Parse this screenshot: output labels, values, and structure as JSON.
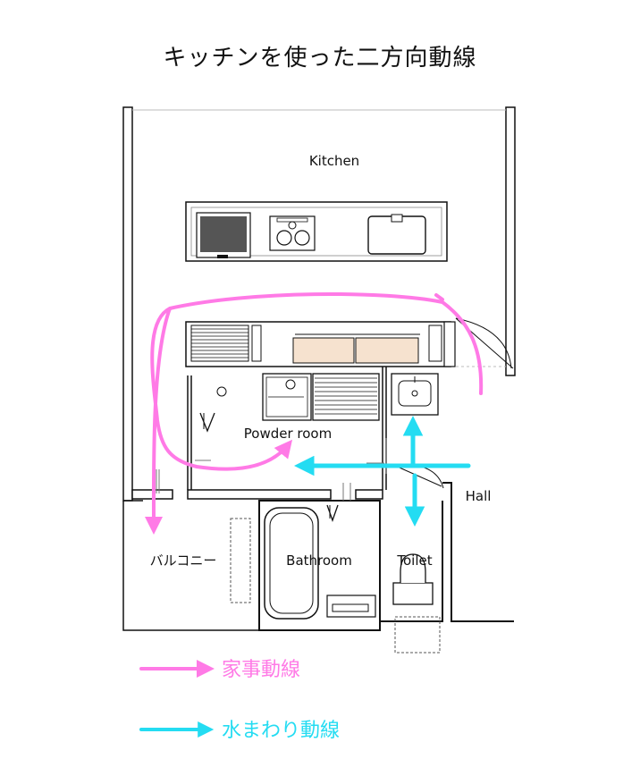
{
  "title": "キッチンを使った二方向動線",
  "rooms": {
    "kitchen": "Kitchen",
    "powder_room": "Powder room",
    "hall": "Hall",
    "balcony": "バルコニー",
    "bathroom": "Bathroom",
    "toilet": "Toilet"
  },
  "legend": [
    {
      "label": "家事動線",
      "color": "#ff7ae6",
      "icon": "arrow-right-icon"
    },
    {
      "label": "水まわり動線",
      "color": "#24dcf2",
      "icon": "arrow-right-icon"
    }
  ],
  "colors": {
    "wall": "#111111",
    "housework_flow": "#ff7ae6",
    "water_flow": "#24dcf2",
    "counter_wood": "#f6e2cf",
    "range": "#555555"
  }
}
